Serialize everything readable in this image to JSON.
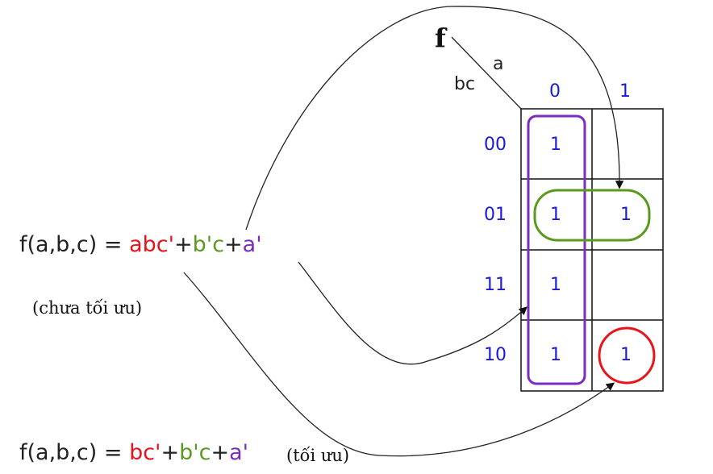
{
  "kmap": {
    "function_name": "f",
    "var_col": "a",
    "var_row": "bc",
    "col_headers": [
      "0",
      "1"
    ],
    "row_headers": [
      "00",
      "01",
      "11",
      "10"
    ],
    "cells": [
      [
        "1",
        ""
      ],
      [
        "1",
        "1"
      ],
      [
        "1",
        ""
      ],
      [
        "1",
        "1"
      ]
    ],
    "colors": {
      "headers": "#1a1ad6",
      "group_a_not": "#7b2cbf",
      "group_bnot_c": "#5a9a1e",
      "group_abcnot": "#e8141b"
    }
  },
  "expr_unoptimized": {
    "prefix": "f(a,b,c) = ",
    "term1": "abc'",
    "plus1": "+",
    "term2": "b'c",
    "plus2": "+",
    "term3": "a'",
    "note": "(chưa tối ưu)"
  },
  "expr_optimized": {
    "prefix": "f(a,b,c) = ",
    "term1": "bc'",
    "plus1": "+",
    "term2": "b'c",
    "plus2": "+",
    "term3": "a'",
    "note": "(tối ưu)"
  }
}
